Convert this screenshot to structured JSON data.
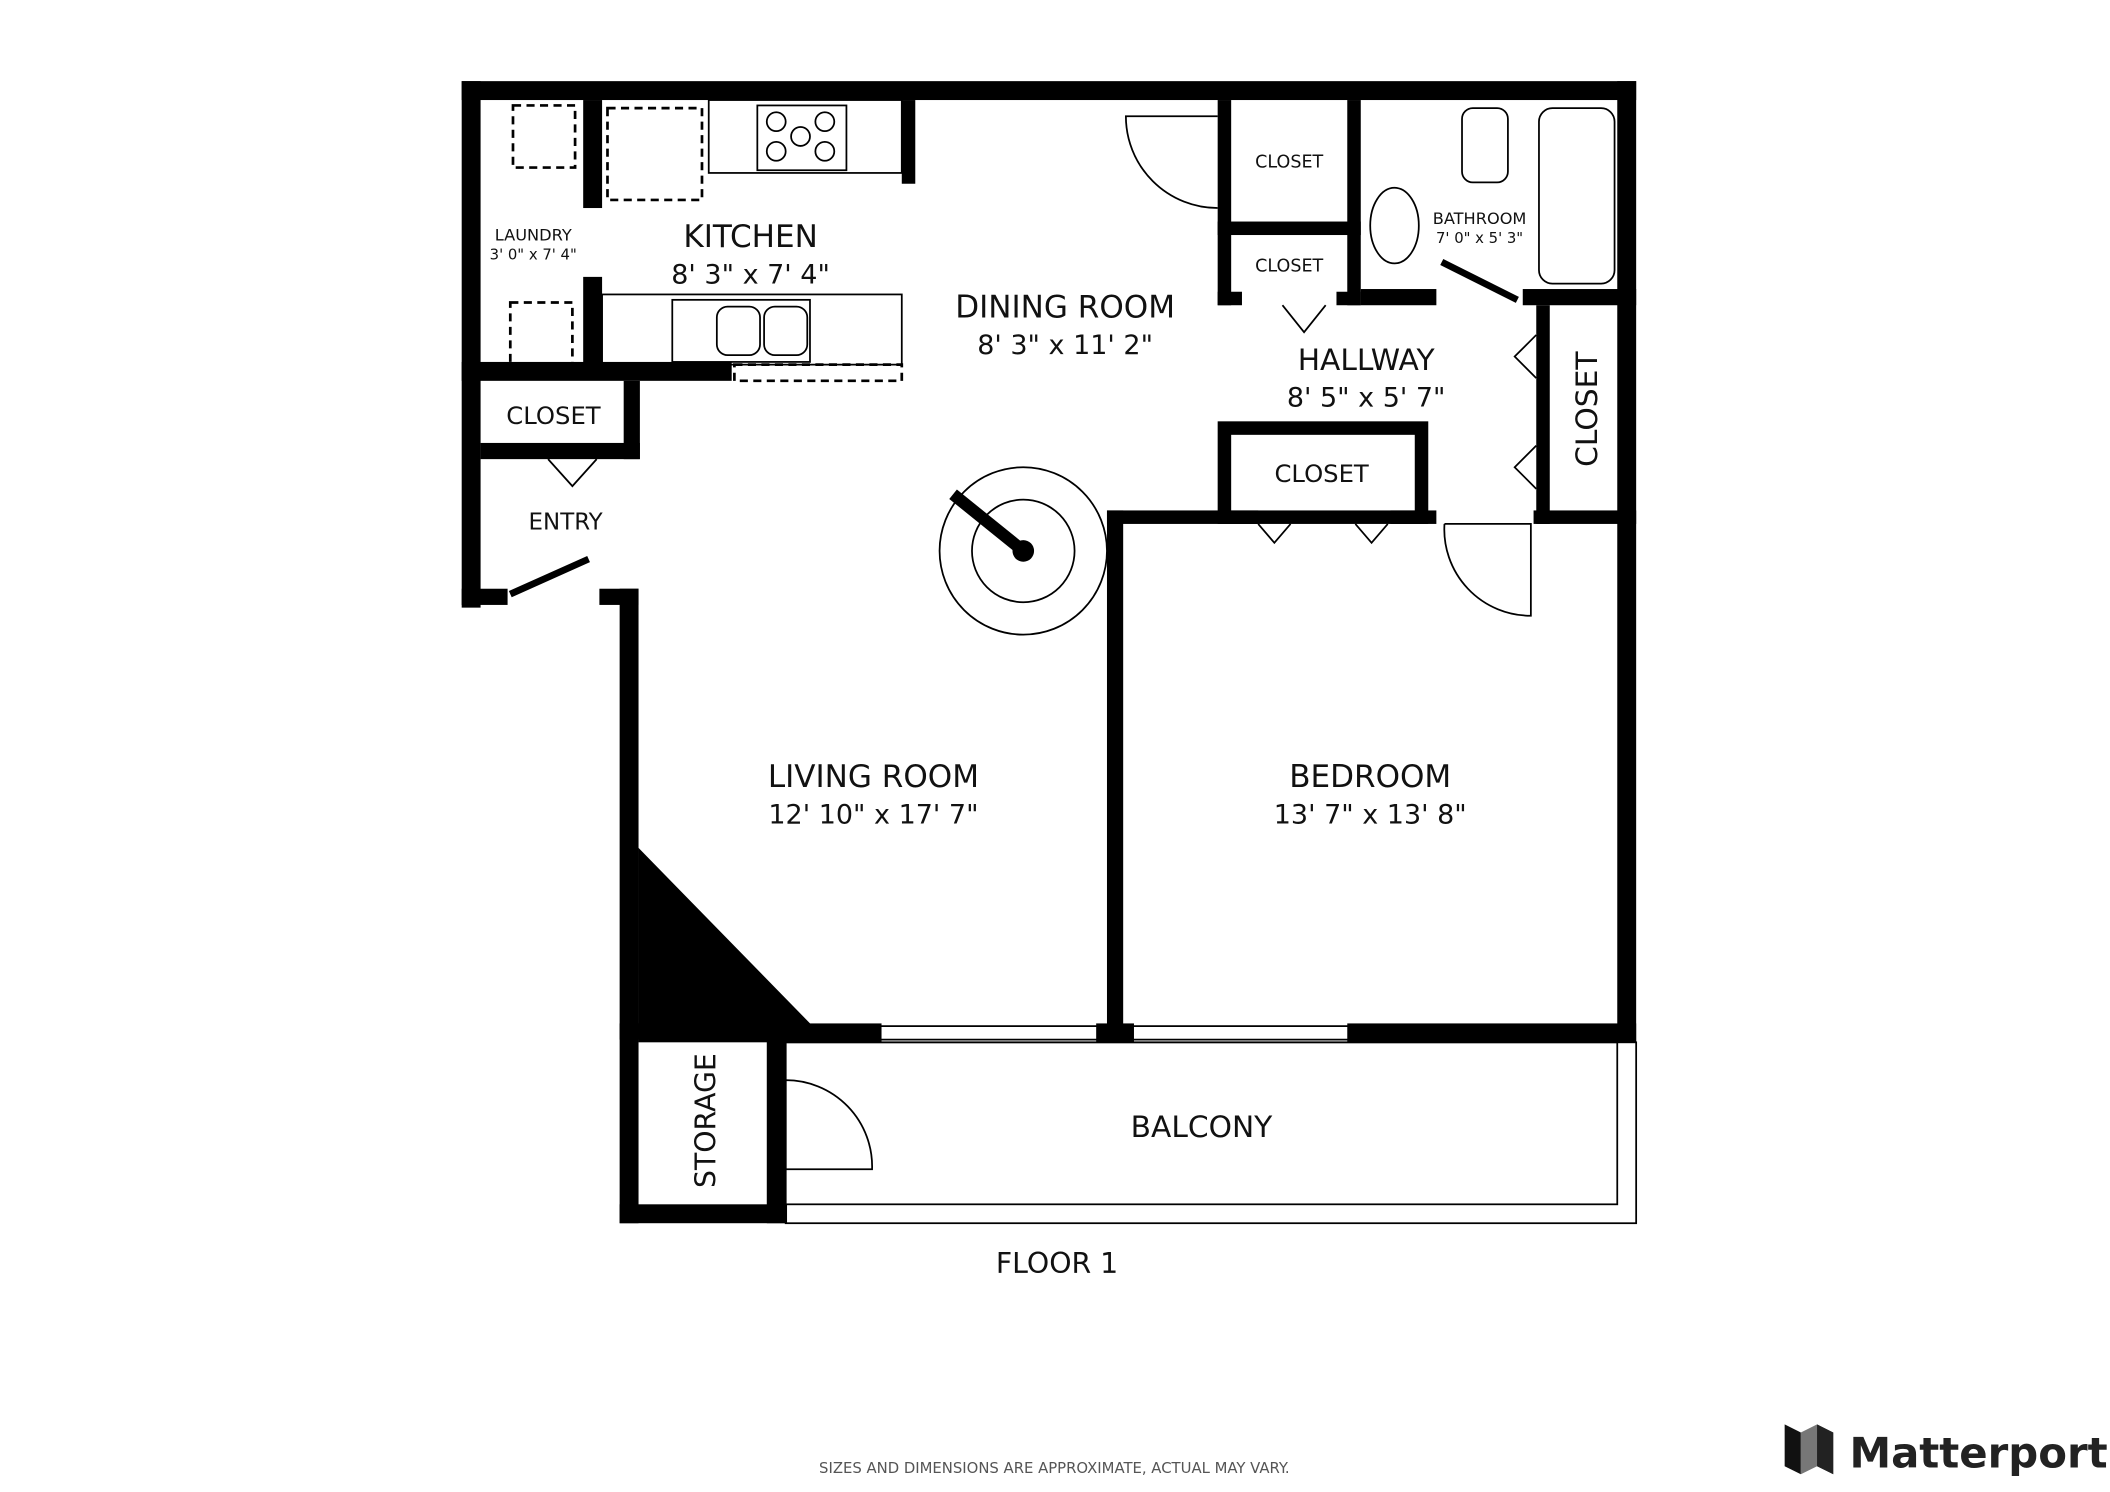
{
  "floor_label": "FLOOR 1",
  "disclaimer": "SIZES AND DIMENSIONS ARE APPROXIMATE, ACTUAL MAY VARY.",
  "brand": {
    "name": "Matterport",
    "logo_icon": "matterport-logo-icon"
  },
  "rooms": {
    "laundry": {
      "name": "LAUNDRY",
      "dims": "3' 0\" x 7' 4\""
    },
    "kitchen": {
      "name": "KITCHEN",
      "dims": "8' 3\" x 7' 4\""
    },
    "dining": {
      "name": "DINING ROOM",
      "dims": "8' 3\" x 11' 2\""
    },
    "closet_top_1": {
      "name": "CLOSET"
    },
    "closet_top_2": {
      "name": "CLOSET"
    },
    "bathroom": {
      "name": "BATHROOM",
      "dims": "7' 0\" x 5' 3\""
    },
    "hallway": {
      "name": "HALLWAY",
      "dims": "8' 5\" x 5' 7\""
    },
    "closet_right": {
      "name": "CLOSET"
    },
    "closet_hall": {
      "name": "CLOSET"
    },
    "closet_entry": {
      "name": "CLOSET"
    },
    "entry": {
      "name": "ENTRY"
    },
    "living": {
      "name": "LIVING ROOM",
      "dims": "12' 10\" x 17' 7\""
    },
    "bedroom": {
      "name": "BEDROOM",
      "dims": "13' 7\" x 13' 8\""
    },
    "storage": {
      "name": "STORAGE"
    },
    "balcony": {
      "name": "BALCONY"
    }
  }
}
